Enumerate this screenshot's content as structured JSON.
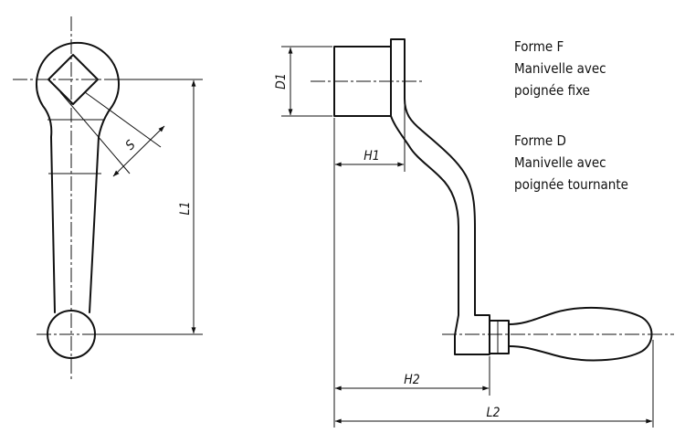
{
  "dimensions": {
    "s": "S",
    "l1": "L1",
    "d1": "D1",
    "h1": "H1",
    "h2": "H2",
    "l2": "L2"
  },
  "notes": {
    "form_f": {
      "title": "Forme F",
      "line1": "Manivelle avec",
      "line2": "poignée fixe"
    },
    "form_d": {
      "title": "Forme D",
      "line1": "Manivelle avec",
      "line2": "poignée tournante"
    }
  },
  "colors": {
    "line": "#111111",
    "background": "#ffffff"
  }
}
